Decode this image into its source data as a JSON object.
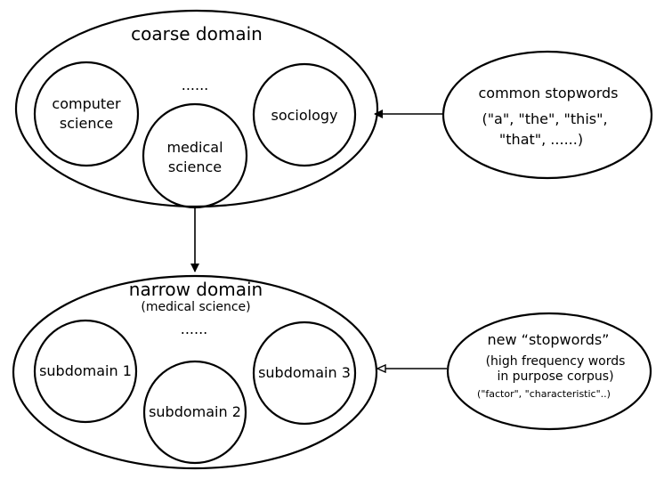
{
  "coarse": {
    "title": "coarse domain",
    "ellipsis": "......",
    "circles": {
      "cs_line1": "computer",
      "cs_line2": "science",
      "med_line1": "medical",
      "med_line2": "science",
      "soc": "sociology"
    }
  },
  "common": {
    "title": "common stopwords",
    "line1": "(\"a\", \"the\", \"this\",",
    "line2": "\"that\", ......)"
  },
  "narrow": {
    "title": "narrow domain",
    "subtitle": "(medical science)",
    "ellipsis": "......",
    "subdomains": {
      "s1": "subdomain 1",
      "s2": "subdomain 2",
      "s3": "subdomain 3"
    }
  },
  "newstop": {
    "title": "new “stopwords”",
    "line1": "(high frequency words",
    "line2": "in purpose corpus)",
    "line3": "(\"factor\", \"characteristic\"..)"
  }
}
